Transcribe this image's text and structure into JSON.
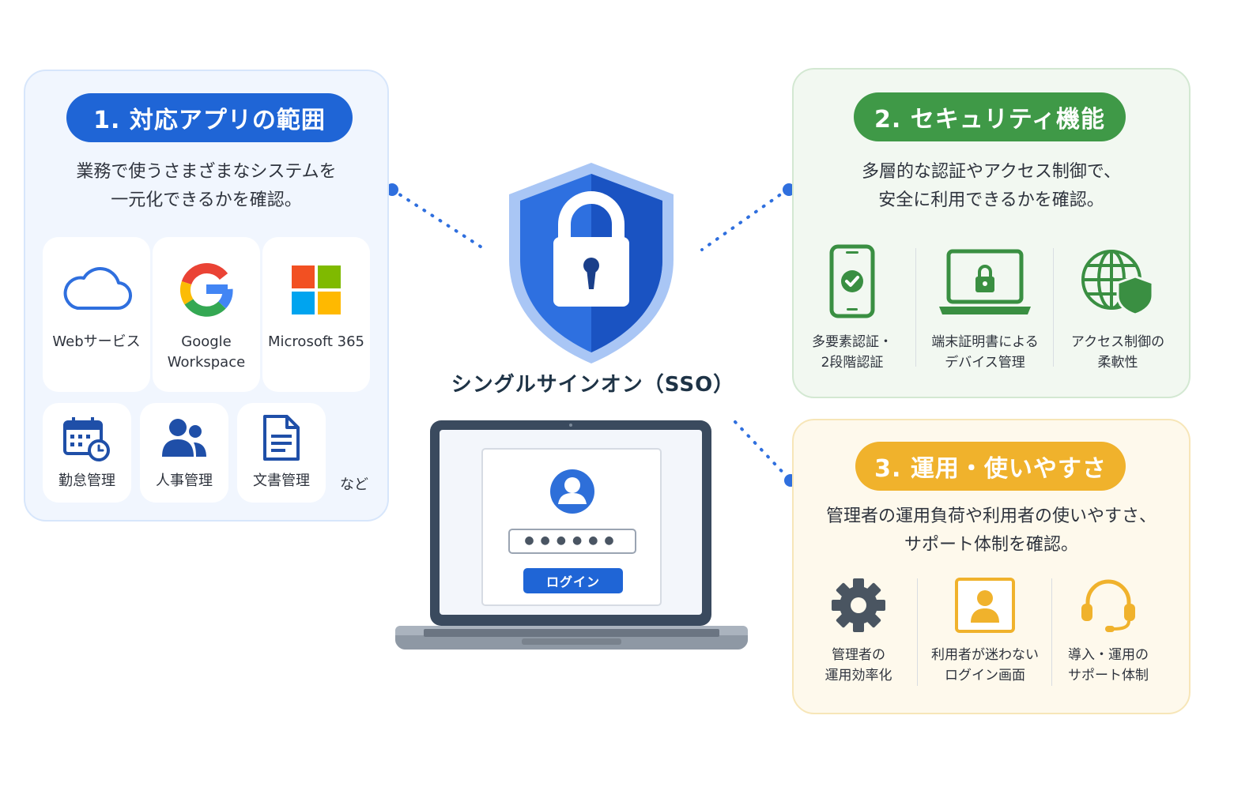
{
  "apps": {
    "title": "1. 対応アプリの範囲",
    "desc": [
      "業務で使うさまざまなシステムを",
      "一元化できるかを確認。"
    ],
    "cards": [
      {
        "icon": "cloud-icon",
        "label": [
          "Webサービス"
        ]
      },
      {
        "icon": "google-logo-icon",
        "label": [
          "Google",
          "Workspace"
        ]
      },
      {
        "icon": "microsoft-logo-icon",
        "label": [
          "Microsoft 365"
        ]
      },
      {
        "icon": "calendar-clock-icon",
        "label": [
          "勤怠管理"
        ]
      },
      {
        "icon": "people-icon",
        "label": [
          "人事管理"
        ]
      },
      {
        "icon": "document-icon",
        "label": [
          "文書管理"
        ]
      }
    ],
    "etc": "など"
  },
  "security": {
    "title": "2. セキュリティ機能",
    "desc": [
      "多層的な認証やアクセス制御で、",
      "安全に利用できるかを確認。"
    ],
    "features": [
      {
        "icon": "smartphone-check-icon",
        "label": [
          "多要素認証・",
          "2段階認証"
        ]
      },
      {
        "icon": "laptop-lock-icon",
        "label": [
          "端末証明書による",
          "デバイス管理"
        ]
      },
      {
        "icon": "globe-shield-icon",
        "label": [
          "アクセス制御の",
          "柔軟性"
        ]
      }
    ]
  },
  "operations": {
    "title": "3. 運用・使いやすさ",
    "desc": [
      "管理者の運用負荷や利用者の使いやすさ、",
      "サポート体制を確認。"
    ],
    "features": [
      {
        "icon": "gear-icon",
        "label": [
          "管理者の",
          "運用効率化"
        ]
      },
      {
        "icon": "user-portrait-icon",
        "label": [
          "利用者が迷わない",
          "ログイン画面"
        ]
      },
      {
        "icon": "headset-icon",
        "label": [
          "導入・運用の",
          "サポート体制"
        ]
      }
    ]
  },
  "center": {
    "title": "シングルサインオン（SSO）",
    "shield_icon": "shield-lock-icon",
    "laptop_icon": "laptop-icon",
    "login_button": "ログイン",
    "password_mask": "●●●●●●"
  },
  "colors": {
    "blue": "#1f65d6",
    "green": "#3f9947",
    "orange": "#f0b22c",
    "connector": "#2f6fde"
  }
}
